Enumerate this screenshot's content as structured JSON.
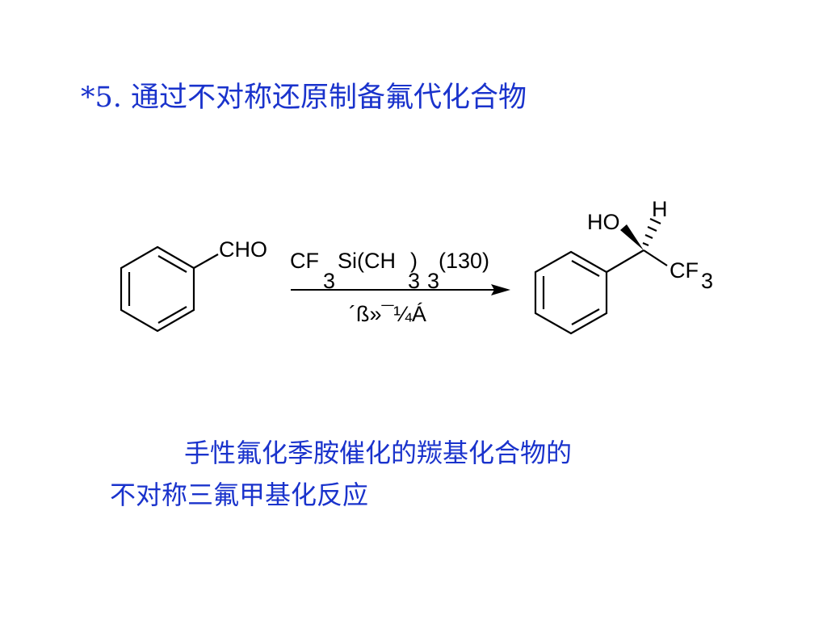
{
  "slide": {
    "title": "*5. 通过不对称还原制备氟代化合物",
    "caption_line1": "手性氟化季胺催化的羰基化合物的",
    "caption_line2": "不对称三氟甲基化反应"
  },
  "scheme": {
    "reactant_group": "CHO",
    "reagent_cf": "CF",
    "reagent_sub1": "3",
    "reagent_si": "Si(CH",
    "reagent_close": ")",
    "reagent_sub2": "3",
    "reagent_sub3": "3",
    "reagent_ref": "(130)",
    "catalyst": "´ß»¯¼Á",
    "product_ho": "HO",
    "product_h": "H",
    "product_cf": "CF",
    "product_sub": "3"
  },
  "colors": {
    "text_blue": "#1a33cc",
    "structure": "#000000"
  }
}
